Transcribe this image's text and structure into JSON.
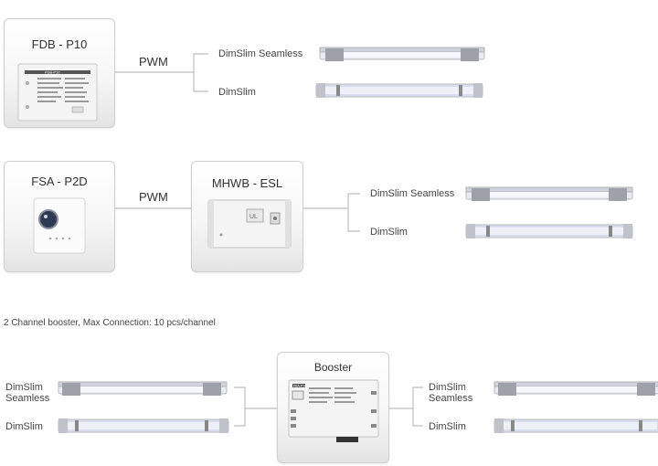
{
  "section1": {
    "controller": {
      "title": "FDB - P10"
    },
    "signal_label": "PWM",
    "outputs": [
      {
        "label": "DimSlim Seamless"
      },
      {
        "label": "DimSlim"
      }
    ]
  },
  "section2": {
    "controller": {
      "title": "FSA - P2D"
    },
    "signal_label": "PWM",
    "driver": {
      "title": "MHWB - ESL"
    },
    "outputs": [
      {
        "label": "DimSlim Seamless"
      },
      {
        "label": "DimSlim"
      }
    ]
  },
  "section3": {
    "note": "2 Channel booster, Max Connection: 10 pcs/channel",
    "booster": {
      "title": "Booster"
    },
    "left": [
      {
        "label_line1": "DimSlim",
        "label_line2": "Seamless"
      },
      {
        "label_line1": "DimSlim",
        "label_line2": ""
      }
    ],
    "right": [
      {
        "label_line1": "DimSlim",
        "label_line2": "Seamless"
      },
      {
        "label_line1": "DimSlim",
        "label_line2": ""
      }
    ]
  },
  "device_labels": {
    "fdb_label": "FDB-P10",
    "booster_label": "FBA-P10"
  },
  "colors": {
    "line": "#bdbdbd",
    "card_border": "#cfcfcf",
    "tube": "#e8ebf2",
    "tube_glow": "#d9deef"
  }
}
